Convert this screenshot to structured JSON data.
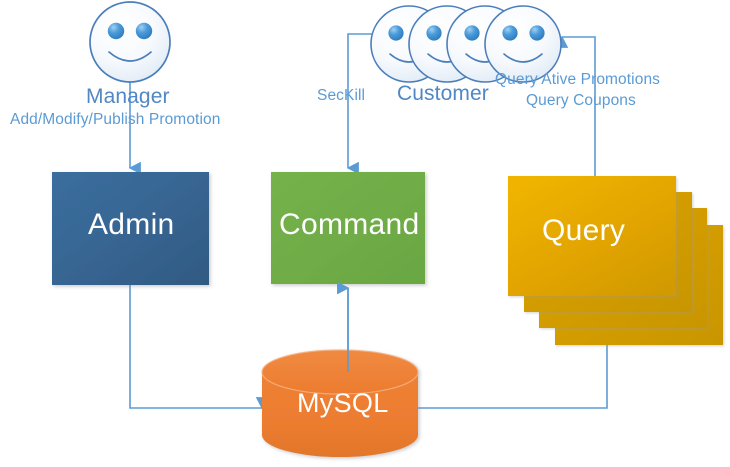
{
  "diagram": {
    "title": "CQRS Promotion System Architecture",
    "background": "#ffffff",
    "colors": {
      "connector": "#5B9BD5",
      "label_text": "#5B9BD5",
      "actor_label": "#5087C4",
      "admin_box": "#36618C",
      "command_box": "#70AD47",
      "query_card": "#E5A800",
      "query_card_back": "#D9A400",
      "mysql_cylinder": "#ED7D31",
      "face_outline": "#4A7EBB",
      "face_fill": "#F2F6FB",
      "eye": "#3C8FD4"
    }
  },
  "actors": [
    {
      "id": "manager",
      "icon": "smiley-face-icon",
      "label": "Manager",
      "count": 1
    },
    {
      "id": "customer",
      "icon": "smiley-face-icon",
      "label": "Customer",
      "count": 4
    }
  ],
  "nodes": [
    {
      "id": "admin",
      "label": "Admin",
      "shape": "rectangle",
      "color": "#36618C"
    },
    {
      "id": "command",
      "label": "Command",
      "shape": "rectangle",
      "color": "#70AD47"
    },
    {
      "id": "query",
      "label": "Query",
      "shape": "stacked-rectangles",
      "color": "#E5A800",
      "stack_count": 4
    },
    {
      "id": "mysql",
      "label": "MySQL",
      "shape": "cylinder",
      "color": "#ED7D31"
    }
  ],
  "flows": [
    {
      "id": "manager-to-admin",
      "from": "manager",
      "to": "admin",
      "labels": [
        "Add/Modify/Publish Promotion"
      ]
    },
    {
      "id": "customer-to-command",
      "from": "customer",
      "to": "command",
      "labels": [
        "SecKill"
      ]
    },
    {
      "id": "query-to-customer",
      "from": "query",
      "to": "customer",
      "labels": [
        "Query Ative Promotions",
        "Query Coupons"
      ]
    },
    {
      "id": "admin-to-mysql",
      "from": "admin",
      "to": "mysql",
      "labels": []
    },
    {
      "id": "mysql-to-command",
      "from": "mysql",
      "to": "command",
      "labels": []
    },
    {
      "id": "mysql-to-query",
      "from": "mysql",
      "to": "query",
      "labels": []
    }
  ],
  "labels": {
    "manager": "Manager",
    "manager_flow": "Add/Modify/Publish Promotion",
    "customer": "Customer",
    "seckill": "SecKill",
    "query_promotions": "Query Ative Promotions",
    "query_coupons": "Query Coupons",
    "admin": "Admin",
    "command": "Command",
    "query": "Query",
    "mysql": "MySQL"
  }
}
